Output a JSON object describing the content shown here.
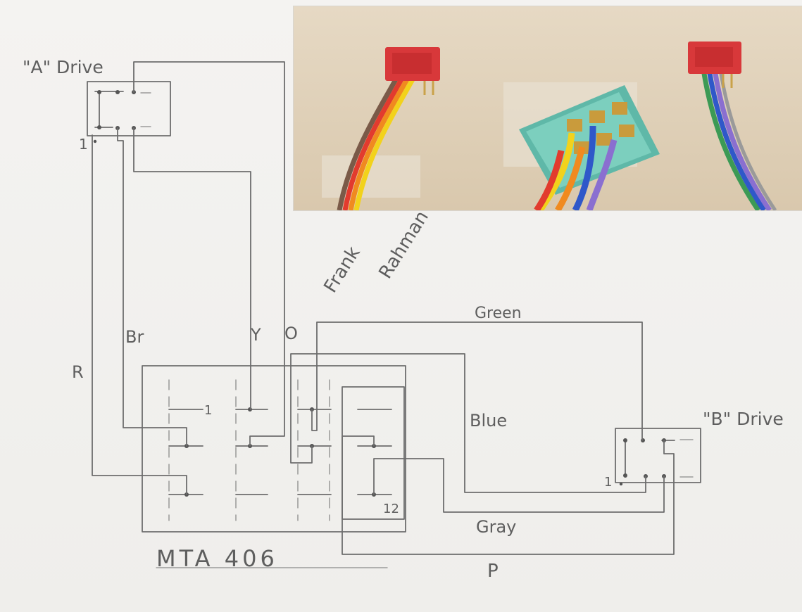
{
  "labels": {
    "a_drive": "\"A\" Drive",
    "b_drive": "\"B\" Drive",
    "author_first": "Frank",
    "author_last": "Rahman",
    "part_number": "MTA 406",
    "pin_one_a": "1",
    "pin_one_b": "1",
    "pin_one_mta": "1",
    "pin_twelve_mta": "12"
  },
  "wires": {
    "red": "R",
    "brown": "Br",
    "yellow": "Y",
    "orange": "O",
    "green": "Green",
    "blue": "Blue",
    "gray": "Gray",
    "purple": "P"
  },
  "colors": {
    "pencil": "#6d6d6d",
    "paper": "#f3f2ef",
    "connector_red": "#d8383a",
    "connector_teal": "#5fb8a8",
    "wire_red": "#e23b2e",
    "wire_orange": "#f08a1f",
    "wire_yellow": "#f2d21c",
    "wire_brown": "#7a5a48",
    "wire_green": "#3c9a55",
    "wire_blue": "#2f58c9",
    "wire_purple": "#8a6fd0",
    "wire_gray": "#9a9a9a"
  }
}
